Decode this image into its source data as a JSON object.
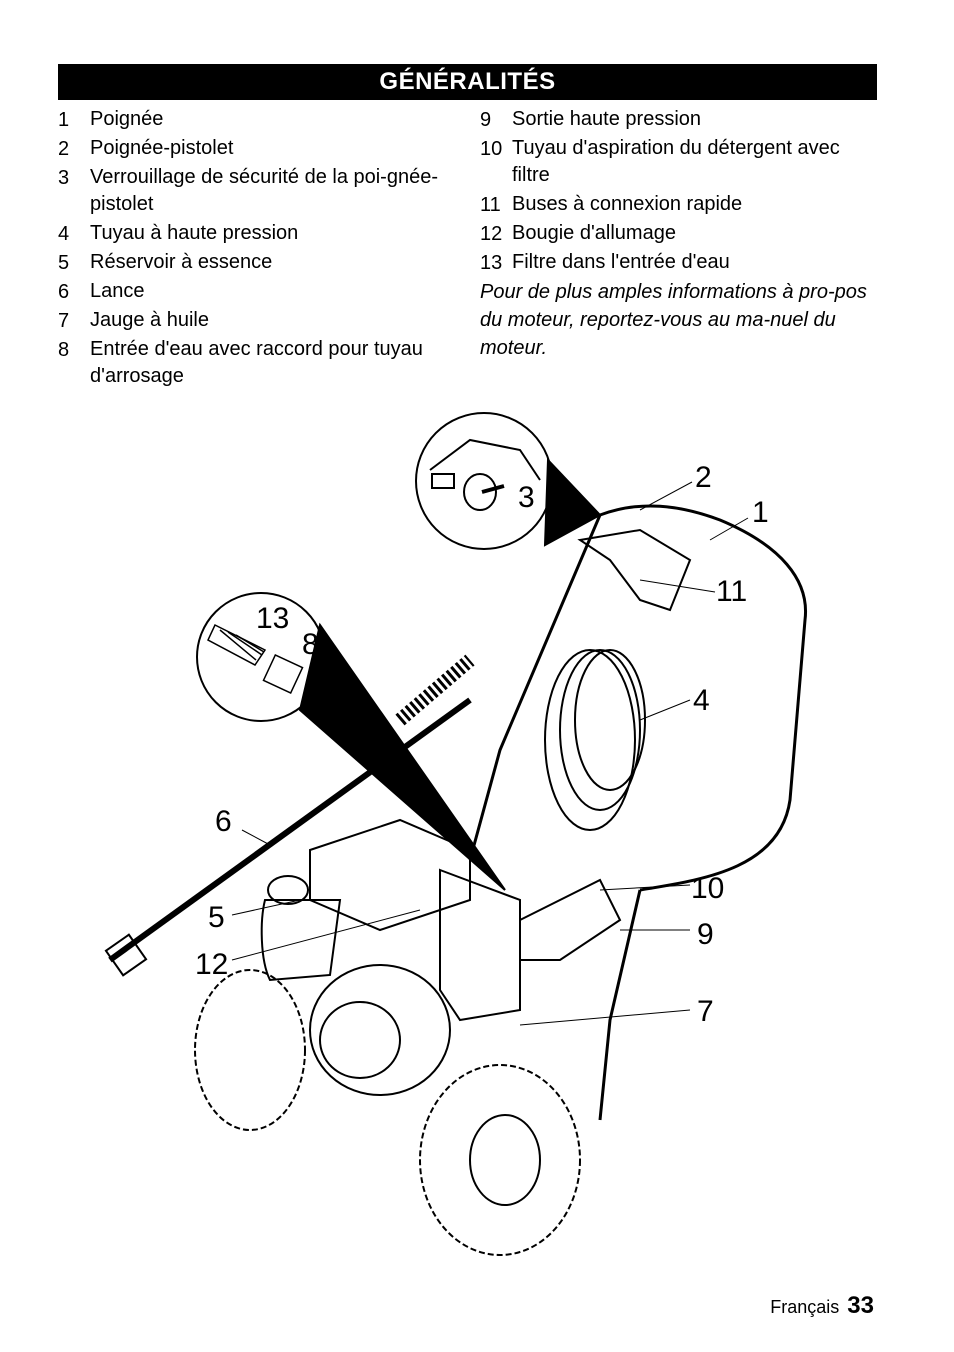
{
  "header": {
    "title": "GÉNÉRALITÉS"
  },
  "left_items": [
    {
      "num": "1",
      "text": "Poignée"
    },
    {
      "num": "2",
      "text": "Poignée-pistolet"
    },
    {
      "num": "3",
      "text": "Verrouillage de sécurité de la poi-gnée-pistolet"
    },
    {
      "num": "4",
      "text": "Tuyau à haute pression"
    },
    {
      "num": "5",
      "text": "Réservoir à essence"
    },
    {
      "num": "6",
      "text": "Lance"
    },
    {
      "num": "7",
      "text": "Jauge à huile"
    },
    {
      "num": "8",
      "text": "Entrée d'eau avec raccord pour tuyau d'arrosage"
    }
  ],
  "right_items": [
    {
      "num": "9",
      "text": "Sortie haute pression"
    },
    {
      "num": "10",
      "text": "Tuyau d'aspiration du détergent avec filtre"
    },
    {
      "num": "11",
      "text": "Buses à connexion rapide"
    },
    {
      "num": "12",
      "text": "Bougie d'allumage"
    },
    {
      "num": "13",
      "text": "Filtre dans l'entrée d'eau"
    }
  ],
  "note": "Pour de plus amples informations à pro-pos du moteur, reportez-vous au ma-nuel du moteur.",
  "figure": {
    "callouts": [
      "1",
      "2",
      "3",
      "4",
      "5",
      "6",
      "7",
      "8",
      "9",
      "10",
      "11",
      "12",
      "13"
    ]
  },
  "footer": {
    "language": "Français",
    "page": "33"
  }
}
